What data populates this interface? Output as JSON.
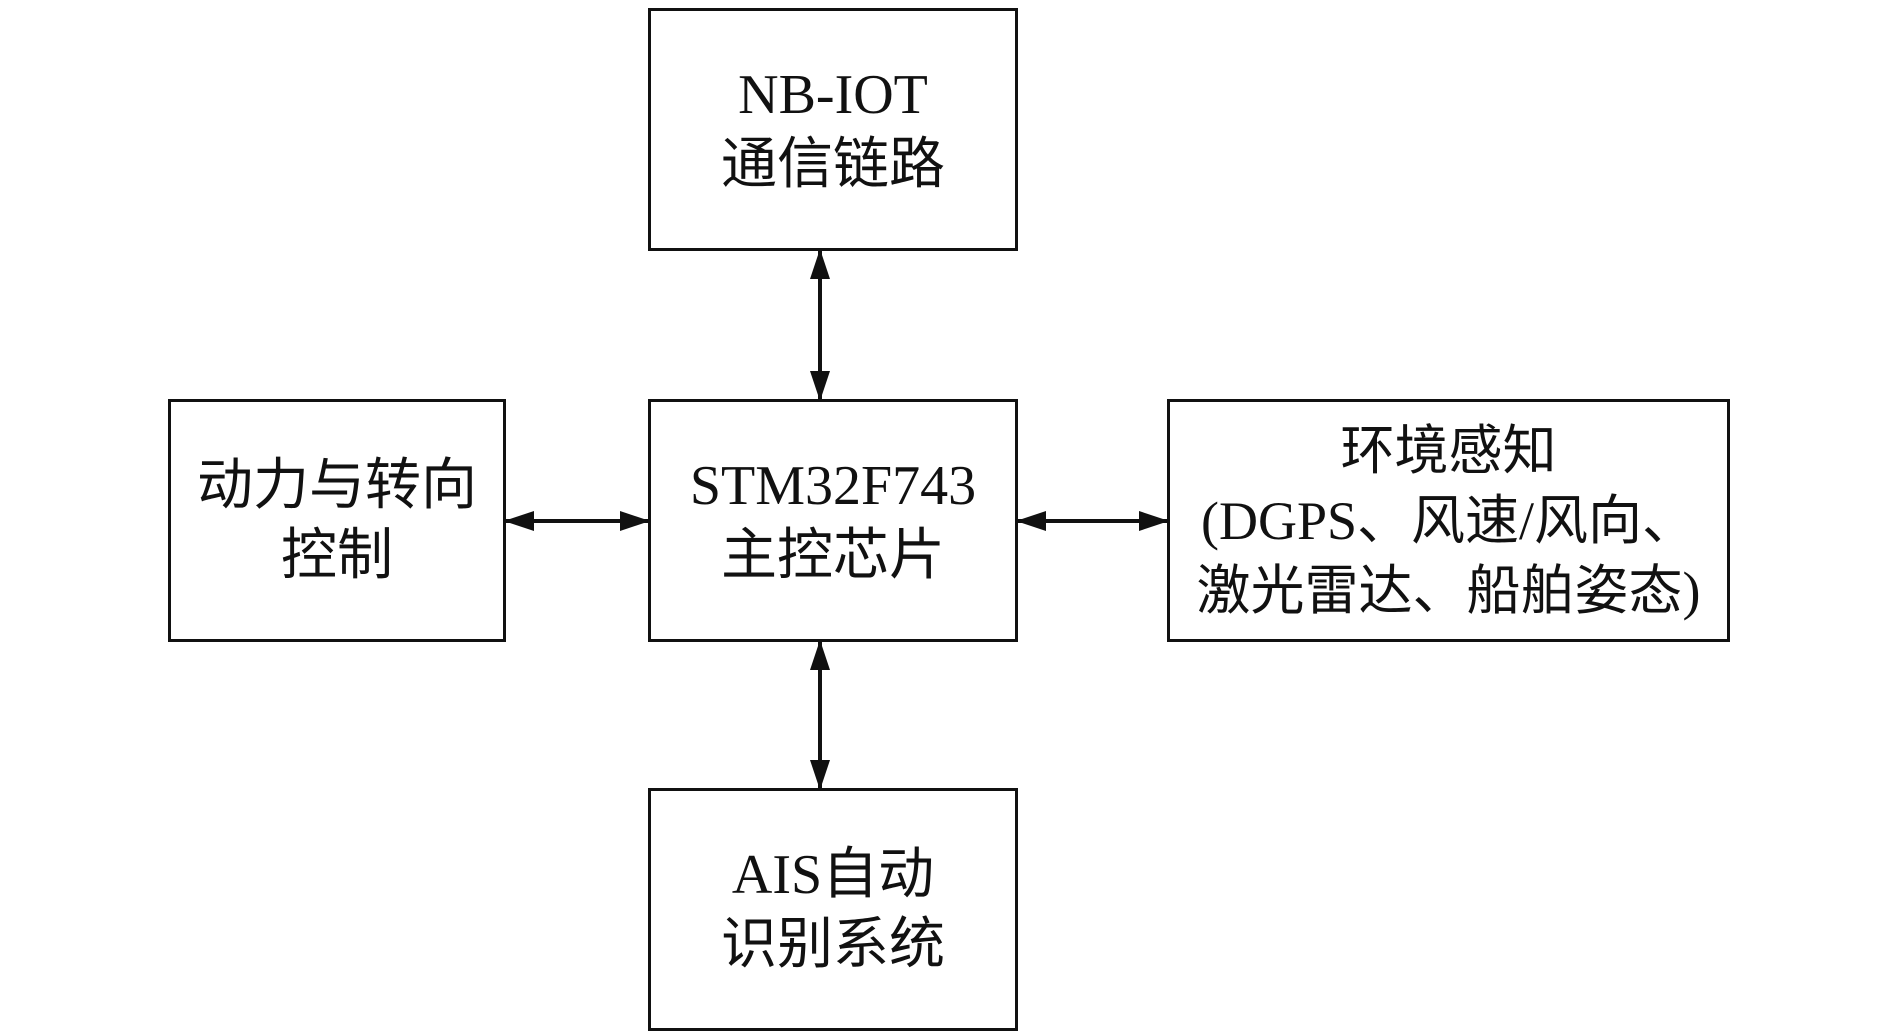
{
  "diagram": {
    "nodes": {
      "top": {
        "lines": [
          "NB-IOT",
          "通信链路"
        ]
      },
      "left": {
        "lines": [
          "动力与转向",
          "控制"
        ]
      },
      "center": {
        "lines": [
          "STM32F743",
          "主控芯片"
        ]
      },
      "right": {
        "lines": [
          "环境感知",
          "(DGPS、风速/风向、",
          "激光雷达、船舶姿态)"
        ]
      },
      "bottom": {
        "lines": [
          "AIS自动",
          "识别系统"
        ]
      }
    },
    "edges": [
      {
        "from": "center",
        "to": "top",
        "direction": "bidirectional"
      },
      {
        "from": "center",
        "to": "left",
        "direction": "bidirectional"
      },
      {
        "from": "center",
        "to": "right",
        "direction": "bidirectional"
      },
      {
        "from": "center",
        "to": "bottom",
        "direction": "bidirectional"
      }
    ],
    "colors": {
      "stroke": "#111111",
      "background": "#ffffff"
    }
  }
}
